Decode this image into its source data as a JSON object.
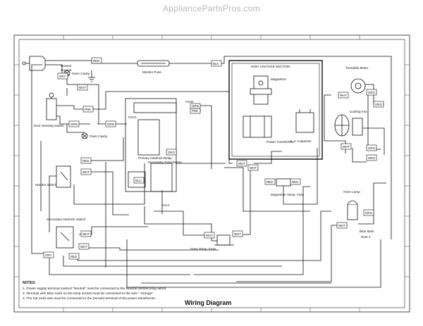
{
  "watermark": "AppliancePartsPros.com",
  "title": "Wiring Diagram",
  "hv_section_label": "HIGH VOLTAGE SECTION",
  "components": {
    "neutral": "Neutral",
    "ground": "Ground",
    "oven_cavity_top": "Oven Cavity",
    "oven_cavity_bottom": "Oven Cavity",
    "monitor_fuse": "Monitor Fuse",
    "door_sensing": "Door Sensing Switch",
    "monitor_switch": "Monitor Switch",
    "secondary_interlock": "Secondary Interlock Switch",
    "magnetron": "Magnetron",
    "power_transformer": "Power Transformer",
    "hv_capacitor": "H. V. Capacitor",
    "turntable_motor": "Turntable Motor",
    "cooling_fan": "Cooling Fan",
    "oven_lamp": "Oven Lamp",
    "oven_temp_fuse": "Oven Temp. Fuse",
    "magnetron_temp_fuse": "Magnetron Temp. Fuse",
    "primary_interlock_relay": "Primary Interlock Relay",
    "secondary_transformer": "Secondary Transformer",
    "cn_b": "CN-B",
    "cn_g": "CN-G",
    "cn_a": "CN A",
    "blue_mark": "Blue Mark",
    "note2": "Note 2"
  },
  "wire_tags": {
    "red_top": "RED",
    "blk_top": "BLK",
    "gry_left": "GRY",
    "wht_left": "WHT",
    "pnk_door": "PNK",
    "grn_door": "GRN",
    "grn_mid": "GRN",
    "grn_cnb": "GRN",
    "pnk_cnb": "PNK",
    "red_monitor": "RED",
    "wht_monitor": "WHT",
    "wht_sec1": "WHT",
    "wht_sec2": "WHT",
    "gry_bottom": "GRY",
    "red_bottom": "RED",
    "org_board": "ORG",
    "blu_board": "BLU",
    "wht_hv": "WHT",
    "wht_mag1": "WHT",
    "red_mag1": "RED",
    "red_mag2": "RED",
    "wht_cna1": "WHT",
    "wht_cna2": "WHT",
    "wht_turn": "WHT",
    "org_turn1": "ORG",
    "org_turn2": "ORG",
    "wht_fan": "WHT",
    "org_fan1": "ORG",
    "org_fan2": "ORG",
    "wht_lamp": "WHT",
    "org_lamp": "ORG"
  },
  "notes": {
    "heading": "NOTES:",
    "items": [
      "1. Power supply terminal marked \"Neutral\" must be connected to the Neutral (White/Gray) wires.",
      "2. Terminal with Blue mark on the lamp socket must be connected to the wire \" Orange\".",
      "3. The hot (red) wire must be connected to the (Inrush) terminal of the power transformer."
    ]
  }
}
